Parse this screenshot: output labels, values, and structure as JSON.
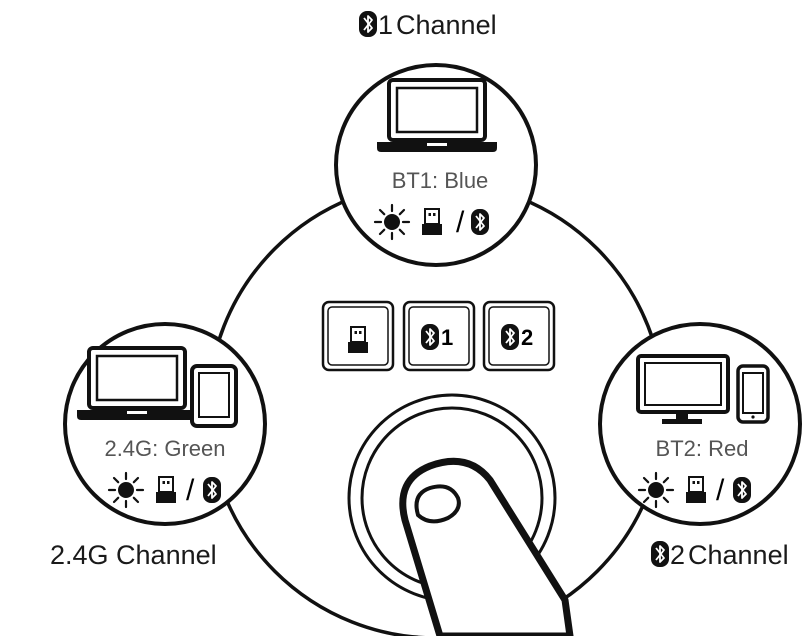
{
  "channels": {
    "bt1": {
      "channel_number": "1",
      "channel_label": "Channel",
      "color_label": "BT1: Blue"
    },
    "g24": {
      "channel_label": "2.4G Channel",
      "color_label": "2.4G: Green"
    },
    "bt2": {
      "channel_number": "2",
      "channel_label": "Channel",
      "color_label": "BT2: Red"
    }
  },
  "keys": [
    {
      "icon": "usb-receiver-icon",
      "number": ""
    },
    {
      "icon": "bluetooth-icon",
      "number": "1"
    },
    {
      "icon": "bluetooth-icon",
      "number": "2"
    }
  ],
  "status_separator": "/",
  "icons": [
    "bluetooth-icon",
    "laptop-icon",
    "tablet-icon",
    "monitor-icon",
    "phone-icon",
    "light-icon",
    "usb-receiver-icon",
    "finger-icon"
  ]
}
